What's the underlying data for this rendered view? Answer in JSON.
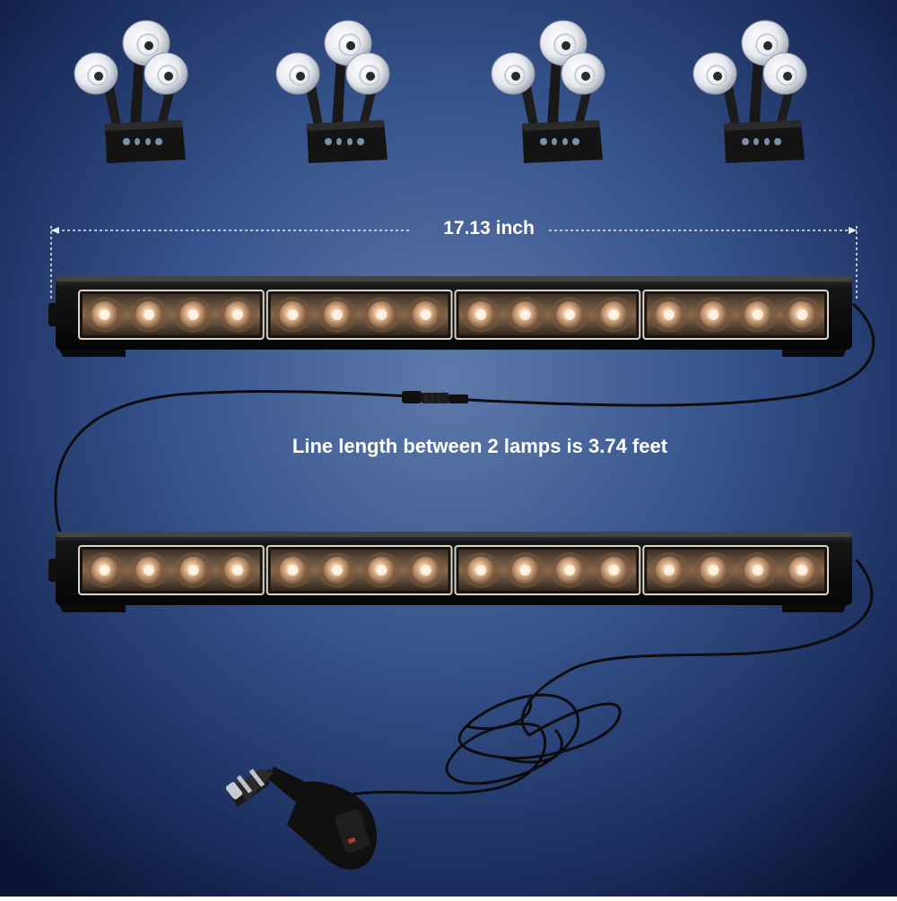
{
  "dimension_label": "17.13 inch",
  "cable_label": "Line length between 2 lamps is 3.74 feet",
  "colors": {
    "background_center": "#5a76a6",
    "background_edge": "#0c1a3a",
    "housing": "#141414",
    "led_amber": "#e8b98e",
    "cable": "#0d0d0d"
  },
  "light_bars": {
    "count": 2,
    "modules_per_bar": 4,
    "leds_per_module": 4
  },
  "mount_brackets": {
    "count": 4,
    "suction_cups_per_bracket": 3
  }
}
